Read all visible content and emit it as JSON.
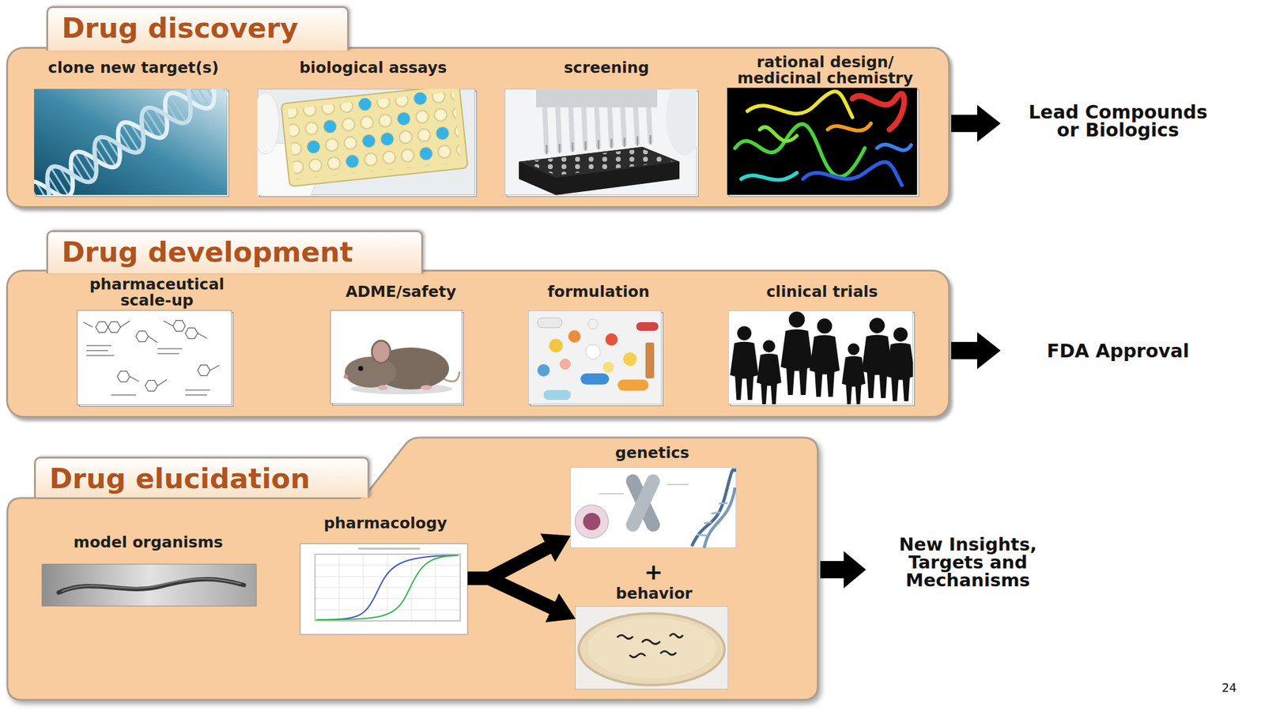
{
  "diagram": {
    "nodes": [
      {
        "text": [
          "Drug discovery"
        ]
      },
      {
        "text": [
          "clone new target(s)"
        ],
        "in": 0
      },
      {
        "text": [
          "biological assays"
        ],
        "in": 0
      },
      {
        "text": [
          "screening"
        ],
        "in": 0
      },
      {
        "text": [
          "rational design/ medicinal chemistry"
        ],
        "in": 0
      },
      {
        "text": [
          "Drug development"
        ]
      },
      {
        "text": [
          "pharmaceutical scale-up"
        ],
        "in": 5
      },
      {
        "text": [
          "ADME/safety"
        ],
        "in": 5
      },
      {
        "text": [
          "formulation"
        ],
        "in": 5
      },
      {
        "text": [
          "clinical trials"
        ],
        "in": 5
      },
      {
        "text": [
          "Drug elucidation"
        ]
      },
      {
        "text": [
          "model organisms"
        ],
        "in": 10
      },
      {
        "text": [
          "pharmacology"
        ],
        "in": 10
      },
      {
        "text": [
          "genetics"
        ],
        "in": 10
      },
      {
        "text": [
          "behavior"
        ],
        "in": 10
      }
    ],
    "edges": [
      {
        "from": 12,
        "to": 13,
        "arrow": "to"
      },
      {
        "from": 12,
        "to": 14,
        "arrow": "to"
      }
    ],
    "labels": [
      "Lead Compounds or Biologics",
      "FDA Approval",
      "+",
      "New Insights, Targets and Mechanisms",
      "24"
    ]
  }
}
